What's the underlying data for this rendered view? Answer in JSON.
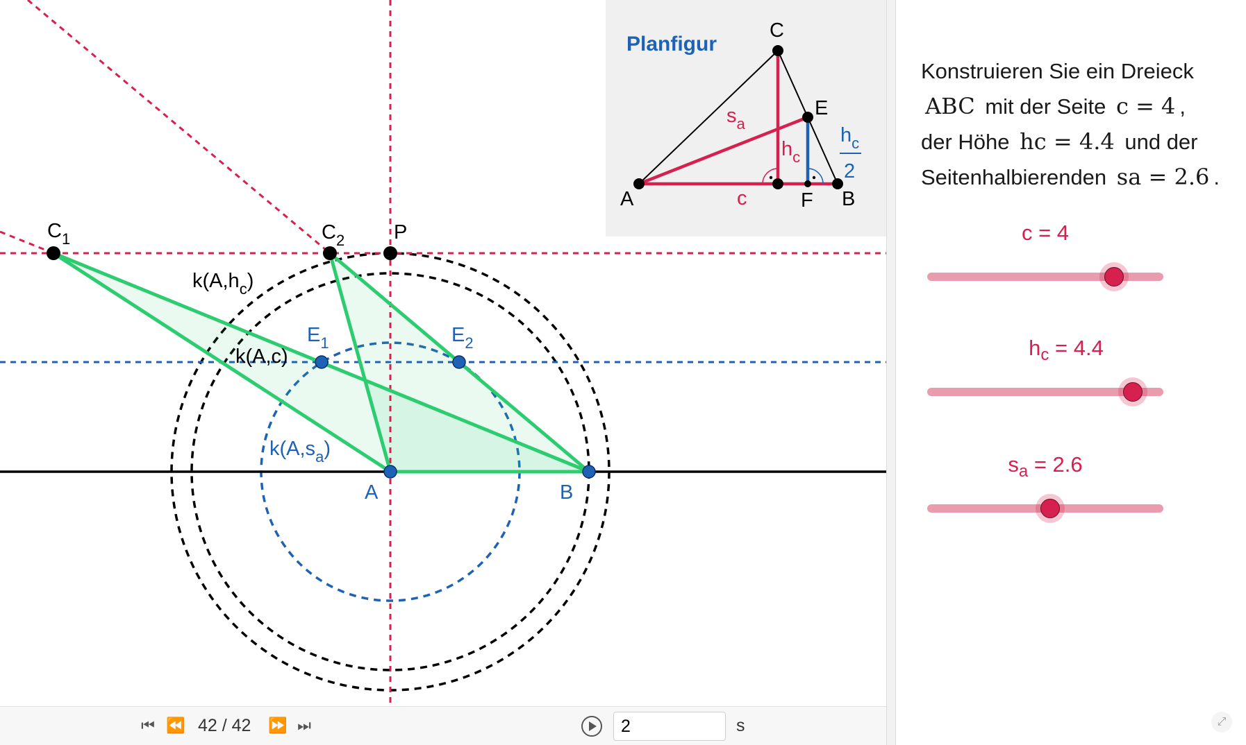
{
  "colors": {
    "accent": "#d6204f",
    "blue": "#1d62b4",
    "green": "#2ecc71",
    "black": "#000000",
    "planfigur_bg": "#f0f0f0"
  },
  "construction": {
    "points": {
      "C1": "C",
      "C1_sub": "1",
      "C2": "C",
      "C2_sub": "2",
      "P": "P",
      "E1": "E",
      "E1_sub": "1",
      "E2": "E",
      "E2_sub": "2",
      "A": "A",
      "B": "B"
    },
    "circles": {
      "hc_label": "k(A,h",
      "hc_sub": "c",
      "hc_close": ")",
      "c_label": "k(A,c)",
      "sa_label": "k(A,s",
      "sa_sub": "a",
      "sa_close": ")"
    }
  },
  "planfigur": {
    "title": "Planfigur",
    "labels": {
      "C": "C",
      "E": "E",
      "A": "A",
      "F": "F",
      "B": "B",
      "c": "c",
      "s": "s",
      "s_sub": "a",
      "h": "h",
      "h_sub": "c",
      "frac_h": "h",
      "frac_sub": "c",
      "frac_den": "2"
    }
  },
  "task": {
    "line1": "Konstruieren Sie ein Dreieck",
    "abc": "ABC",
    "mit_der_seite": "mit der Seite",
    "c_eq": "c = 4",
    "comma": ",",
    "der_hoehe": "der Höhe",
    "hc_eq": "hc = 4.4",
    "und_der": "und der",
    "seitenhalb": "Seitenhalbierenden",
    "sa_eq": "sa = 2.6",
    "period": "."
  },
  "sliders": [
    {
      "label": "c = 4",
      "value": 4,
      "fraction": 0.79
    },
    {
      "label_main": "h",
      "label_sub": "c",
      "label_rest": " = 4.4",
      "value": 4.4,
      "fraction": 0.87
    },
    {
      "label_main": "s",
      "label_sub": "a",
      "label_rest": " = 2.6",
      "value": 2.6,
      "fraction": 0.52
    }
  ],
  "toolbar": {
    "first_icon": "skip-first-icon",
    "back_icon": "step-back-icon",
    "step_text": "42 / 42",
    "forward_icon": "step-forward-icon",
    "last_icon": "skip-last-icon",
    "play_icon": "play-icon",
    "speed_value": "2",
    "speed_unit": "s"
  }
}
